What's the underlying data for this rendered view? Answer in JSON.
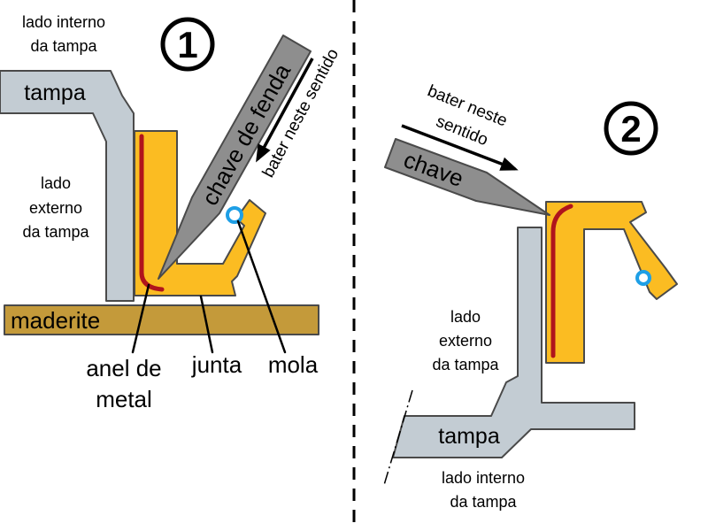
{
  "panel_1": {
    "step_number": "1",
    "inner_side_label": {
      "line1": "lado interno",
      "line2": "da tampa"
    },
    "lid_label": "tampa",
    "outer_side_label": {
      "line1": "lado",
      "line2": "externo",
      "line3": "da tampa"
    },
    "screwdriver_label": "chave de fenda",
    "direction_label": "bater neste sentido",
    "board_label": "maderite",
    "metal_ring_label": {
      "line1": "anel de",
      "line2": "metal"
    },
    "gasket_label": "junta",
    "spring_label": "mola"
  },
  "panel_2": {
    "step_number": "2",
    "direction_label": {
      "line1": "bater neste",
      "line2": "sentido"
    },
    "tool_label": "chave",
    "outer_side_label": {
      "line1": "lado",
      "line2": "externo",
      "line3": "da tampa"
    },
    "lid_label": "tampa",
    "inner_side_label": {
      "line1": "lado interno",
      "line2": "da tampa"
    }
  },
  "colors": {
    "lid": "#c3ccd3",
    "gasket": "#fbbc22",
    "metal_ring": "#b0141c",
    "tool": "#8e8e8e",
    "board": "#c49a3a",
    "spring": "#1e9fe6"
  }
}
